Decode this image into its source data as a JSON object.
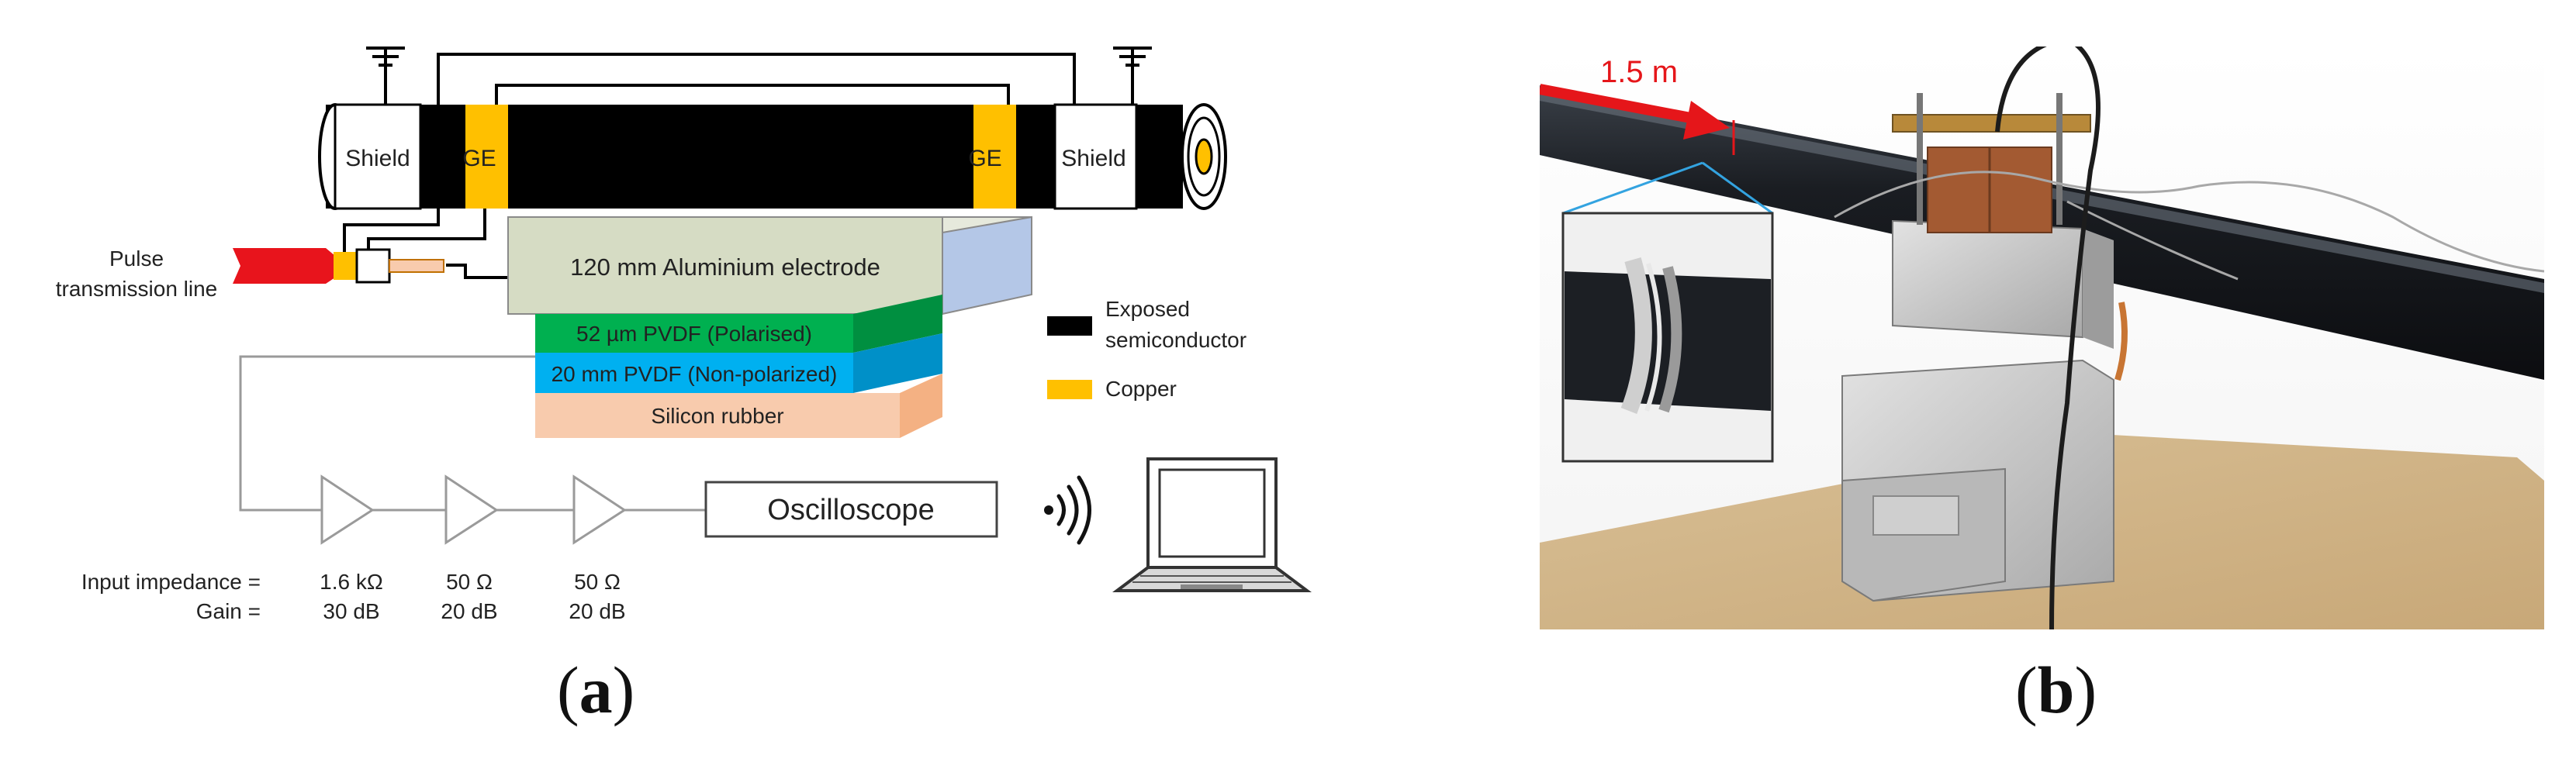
{
  "panel_a": {
    "label_open": "(",
    "label_letter": "a",
    "label_close": ")",
    "cable": {
      "shield_left": "Shield",
      "ge_left": "GE",
      "ge_right": "GE",
      "shield_right": "Shield"
    },
    "pulse_line": [
      "Pulse",
      "transmission line"
    ],
    "layers": {
      "electrode": "120 mm Aluminium electrode",
      "pvdf_polarised": "52 µm PVDF (Polarised)",
      "pvdf_nonpolarized": "20 mm PVDF (Non-polarized)",
      "silicon": "Silicon rubber"
    },
    "legend": {
      "exposed_line1": "Exposed",
      "exposed_line2": "semiconductor",
      "copper": "Copper"
    },
    "oscilloscope": "Oscilloscope",
    "amp_row_labels": {
      "impedance": "Input impedance =",
      "gain": "Gain ="
    },
    "amplifiers": [
      {
        "impedance": "1.6 kΩ",
        "gain": "30 dB"
      },
      {
        "impedance": "50 Ω",
        "gain": "20 dB"
      },
      {
        "impedance": "50 Ω",
        "gain": "20 dB"
      }
    ],
    "colors": {
      "cable_black": "#000000",
      "copper": "#ffc000",
      "electrode_front": "#d6dcc4",
      "electrode_side": "#b4c7e7",
      "pvdf_polarised": "#00b050",
      "pvdf_nonpolarized": "#00b0f0",
      "silicon": "#f8cbad",
      "pulse_red": "#e8141c"
    }
  },
  "panel_b": {
    "label_open": "(",
    "label_letter": "b",
    "label_close": ")",
    "distance": "1.5 m"
  }
}
